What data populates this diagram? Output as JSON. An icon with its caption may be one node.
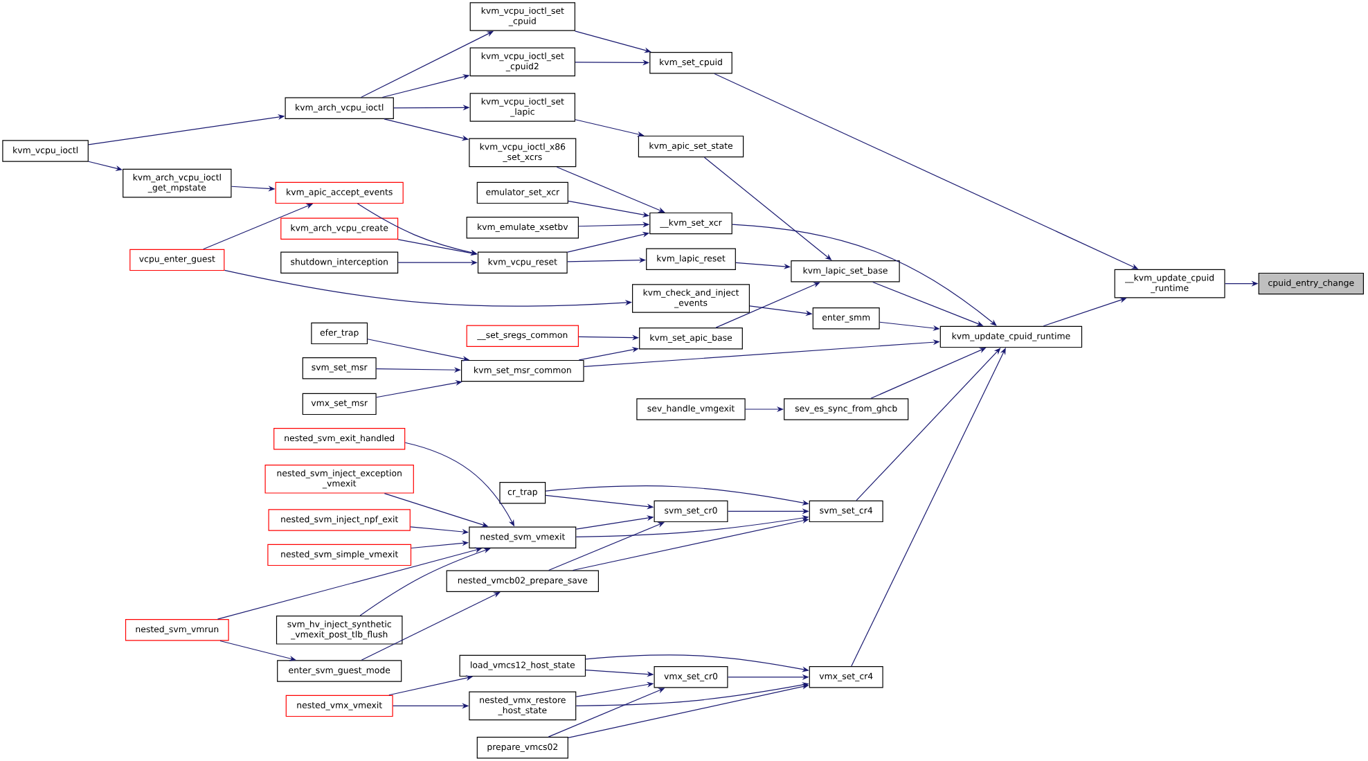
{
  "diagram": {
    "nodes": [
      {
        "text": [
          "cpuid_entry_change"
        ]
      },
      {
        "text": [
          "__kvm_update_cpuid _runtime"
        ]
      },
      {
        "text": [
          "kvm_update_cpuid_runtime"
        ]
      },
      {
        "text": [
          "kvm_set_cpuid"
        ]
      },
      {
        "text": [
          "kvm_lapic_set_base"
        ]
      },
      {
        "text": [
          "__kvm_set_xcr"
        ]
      },
      {
        "text": [
          "enter_smm"
        ]
      },
      {
        "text": [
          "kvm_set_msr_common"
        ]
      },
      {
        "text": [
          "sev_es_sync_from_ghcb"
        ]
      },
      {
        "text": [
          "svm_set_cr4"
        ]
      },
      {
        "text": [
          "vmx_set_cr4"
        ]
      },
      {
        "text": [
          "kvm_vcpu_ioctl_set _cpuid"
        ]
      },
      {
        "text": [
          "kvm_vcpu_ioctl_set _cpuid2"
        ]
      },
      {
        "text": [
          "kvm_apic_set_state"
        ]
      },
      {
        "text": [
          "kvm_vcpu_ioctl_set _lapic"
        ]
      },
      {
        "text": [
          "kvm_arch_vcpu_ioctl"
        ]
      },
      {
        "text": [
          "kvm_vcpu_ioctl"
        ]
      },
      {
        "text": [
          "kvm_vcpu_ioctl_x86 _set_xcrs"
        ]
      },
      {
        "text": [
          "emulator_set_xcr"
        ]
      },
      {
        "text": [
          "kvm_emulate_xsetbv"
        ]
      },
      {
        "text": [
          "kvm_vcpu_reset"
        ]
      },
      {
        "text": [
          "kvm_lapic_reset"
        ]
      },
      {
        "text": [
          "kvm_check_and_inject _events"
        ]
      },
      {
        "text": [
          "kvm_set_apic_base"
        ]
      },
      {
        "text": [
          "__set_sregs_common"
        ]
      },
      {
        "text": [
          "kvm_arch_vcpu_ioctl _get_mpstate"
        ]
      },
      {
        "text": [
          "kvm_apic_accept_events"
        ]
      },
      {
        "text": [
          "kvm_arch_vcpu_create"
        ]
      },
      {
        "text": [
          "shutdown_interception"
        ]
      },
      {
        "text": [
          "vcpu_enter_guest"
        ]
      },
      {
        "text": [
          "efer_trap"
        ]
      },
      {
        "text": [
          "svm_set_msr"
        ]
      },
      {
        "text": [
          "vmx_set_msr"
        ]
      },
      {
        "text": [
          "sev_handle_vmgexit"
        ]
      },
      {
        "text": [
          "svm_set_cr0"
        ]
      },
      {
        "text": [
          "vmx_set_cr0"
        ]
      },
      {
        "text": [
          "cr_trap"
        ]
      },
      {
        "text": [
          "nested_svm_vmexit"
        ]
      },
      {
        "text": [
          "nested_vmcb02_prepare_save"
        ]
      },
      {
        "text": [
          "load_vmcs12_host_state"
        ]
      },
      {
        "text": [
          "nested_vmx_restore _host_state"
        ]
      },
      {
        "text": [
          "prepare_vmcs02"
        ]
      },
      {
        "text": [
          "nested_svm_exit_handled"
        ]
      },
      {
        "text": [
          "nested_svm_inject_exception _vmexit"
        ]
      },
      {
        "text": [
          "nested_svm_inject_npf_exit"
        ]
      },
      {
        "text": [
          "nested_svm_simple_vmexit"
        ]
      },
      {
        "text": [
          "nested_svm_vmrun"
        ]
      },
      {
        "text": [
          "svm_hv_inject_synthetic _vmexit_post_tlb_flush"
        ]
      },
      {
        "text": [
          "enter_svm_guest_mode"
        ]
      },
      {
        "text": [
          "nested_vmx_vmexit"
        ]
      }
    ],
    "edges": [
      {
        "from": 1,
        "to": 0,
        "arrow": "to"
      },
      {
        "from": 2,
        "to": 1,
        "arrow": "to"
      },
      {
        "from": 3,
        "to": 1,
        "arrow": "to"
      },
      {
        "from": 4,
        "to": 2,
        "arrow": "to"
      },
      {
        "from": 5,
        "to": 2,
        "arrow": "to"
      },
      {
        "from": 6,
        "to": 2,
        "arrow": "to"
      },
      {
        "from": 7,
        "to": 2,
        "arrow": "to"
      },
      {
        "from": 8,
        "to": 2,
        "arrow": "to"
      },
      {
        "from": 9,
        "to": 2,
        "arrow": "to"
      },
      {
        "from": 10,
        "to": 2,
        "arrow": "to"
      },
      {
        "from": 11,
        "to": 3,
        "arrow": "to"
      },
      {
        "from": 12,
        "to": 3,
        "arrow": "to"
      },
      {
        "from": 13,
        "to": 4,
        "arrow": "to"
      },
      {
        "from": 14,
        "to": 13,
        "arrow": "to"
      },
      {
        "from": 15,
        "to": 11,
        "arrow": "to"
      },
      {
        "from": 15,
        "to": 12,
        "arrow": "to"
      },
      {
        "from": 15,
        "to": 14,
        "arrow": "to"
      },
      {
        "from": 15,
        "to": 17,
        "arrow": "to"
      },
      {
        "from": 16,
        "to": 15,
        "arrow": "to"
      },
      {
        "from": 16,
        "to": 25,
        "arrow": "to"
      },
      {
        "from": 17,
        "to": 5,
        "arrow": "to"
      },
      {
        "from": 18,
        "to": 5,
        "arrow": "to"
      },
      {
        "from": 19,
        "to": 5,
        "arrow": "to"
      },
      {
        "from": 20,
        "to": 5,
        "arrow": "to"
      },
      {
        "from": 20,
        "to": 21,
        "arrow": "to"
      },
      {
        "from": 21,
        "to": 4,
        "arrow": "to"
      },
      {
        "from": 22,
        "to": 6,
        "arrow": "to"
      },
      {
        "from": 23,
        "to": 4,
        "arrow": "to"
      },
      {
        "from": 24,
        "to": 23,
        "arrow": "to"
      },
      {
        "from": 7,
        "to": 23,
        "arrow": "to"
      },
      {
        "from": 25,
        "to": 26,
        "arrow": "to"
      },
      {
        "from": 29,
        "to": 26,
        "arrow": "to"
      },
      {
        "from": 26,
        "to": 20,
        "arrow": "to"
      },
      {
        "from": 27,
        "to": 20,
        "arrow": "to"
      },
      {
        "from": 28,
        "to": 20,
        "arrow": "to"
      },
      {
        "from": 29,
        "to": 22,
        "arrow": "to"
      },
      {
        "from": 30,
        "to": 7,
        "arrow": "to"
      },
      {
        "from": 31,
        "to": 7,
        "arrow": "to"
      },
      {
        "from": 32,
        "to": 7,
        "arrow": "to"
      },
      {
        "from": 33,
        "to": 8,
        "arrow": "to"
      },
      {
        "from": 34,
        "to": 9,
        "arrow": "to"
      },
      {
        "from": 36,
        "to": 9,
        "arrow": "to"
      },
      {
        "from": 36,
        "to": 34,
        "arrow": "to"
      },
      {
        "from": 37,
        "to": 34,
        "arrow": "to"
      },
      {
        "from": 37,
        "to": 9,
        "arrow": "to"
      },
      {
        "from": 38,
        "to": 34,
        "arrow": "to"
      },
      {
        "from": 38,
        "to": 9,
        "arrow": "to"
      },
      {
        "from": 35,
        "to": 10,
        "arrow": "to"
      },
      {
        "from": 39,
        "to": 10,
        "arrow": "to"
      },
      {
        "from": 39,
        "to": 35,
        "arrow": "to"
      },
      {
        "from": 40,
        "to": 35,
        "arrow": "to"
      },
      {
        "from": 40,
        "to": 10,
        "arrow": "to"
      },
      {
        "from": 41,
        "to": 35,
        "arrow": "to"
      },
      {
        "from": 41,
        "to": 10,
        "arrow": "to"
      },
      {
        "from": 42,
        "to": 37,
        "arrow": "to"
      },
      {
        "from": 43,
        "to": 37,
        "arrow": "to"
      },
      {
        "from": 44,
        "to": 37,
        "arrow": "to"
      },
      {
        "from": 45,
        "to": 37,
        "arrow": "to"
      },
      {
        "from": 46,
        "to": 37,
        "arrow": "to"
      },
      {
        "from": 47,
        "to": 37,
        "arrow": "to"
      },
      {
        "from": 46,
        "to": 48,
        "arrow": "to"
      },
      {
        "from": 48,
        "to": 38,
        "arrow": "to"
      },
      {
        "from": 49,
        "to": 39,
        "arrow": "to"
      },
      {
        "from": 49,
        "to": 40,
        "arrow": "to"
      }
    ]
  }
}
